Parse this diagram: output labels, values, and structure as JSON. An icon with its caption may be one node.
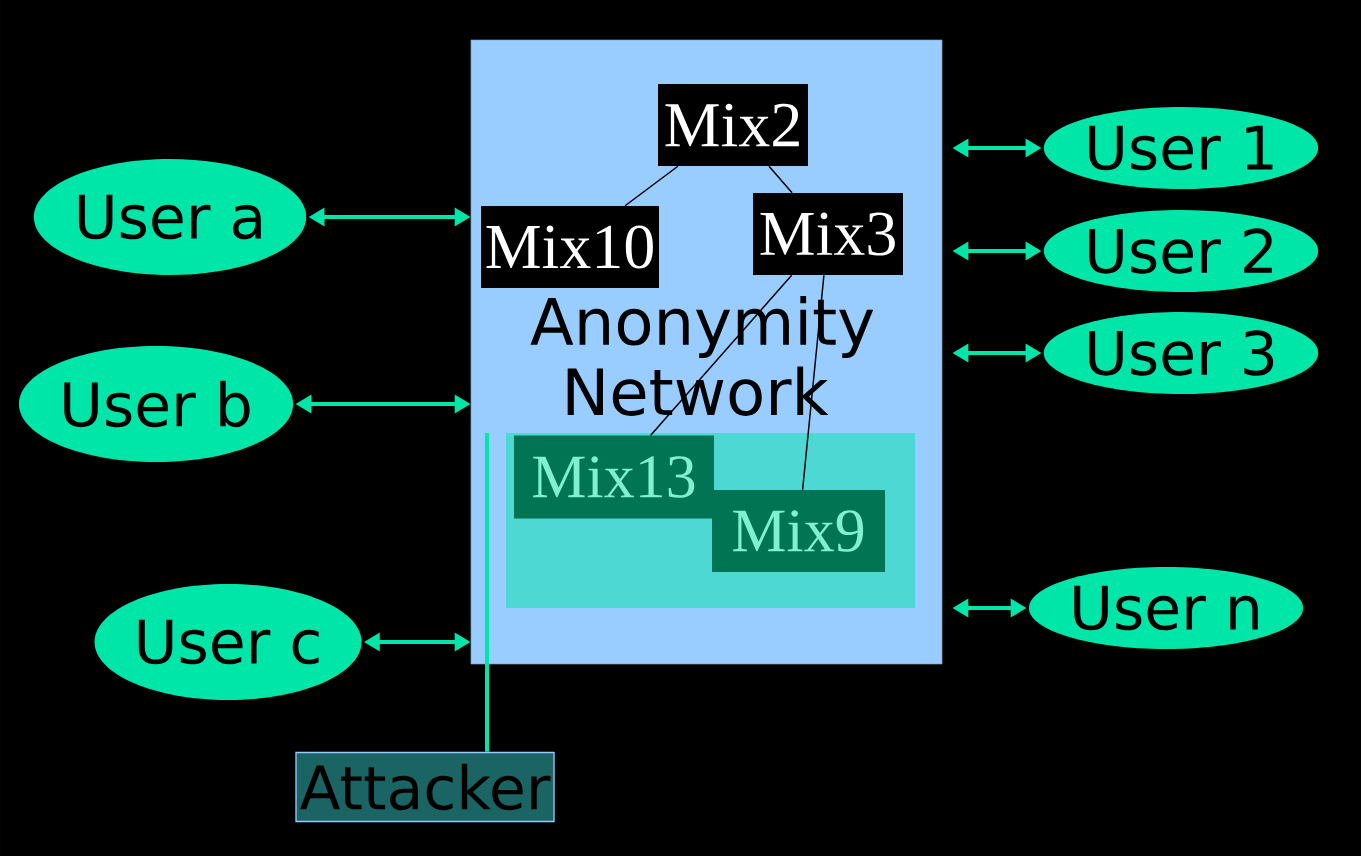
{
  "diagram": {
    "nodes": [
      {
        "text": [
          "Anonymity Network"
        ]
      },
      {
        "text": [
          "Mix2"
        ],
        "in": 0
      },
      {
        "text": [
          "Mix10"
        ],
        "in": 0
      },
      {
        "text": [
          "Mix3"
        ],
        "in": 0
      },
      {
        "text": [],
        "shape": "box",
        "in": 0
      },
      {
        "text": [
          "Mix13"
        ],
        "in": 4
      },
      {
        "text": [
          "Mix9"
        ],
        "in": 4
      },
      {
        "text": [
          "User a"
        ]
      },
      {
        "text": [
          "User b"
        ]
      },
      {
        "text": [
          "User c"
        ]
      },
      {
        "text": [
          "User 1"
        ]
      },
      {
        "text": [
          "User 2"
        ]
      },
      {
        "text": [
          "User 3"
        ]
      },
      {
        "text": [
          "User n"
        ]
      },
      {
        "text": [
          "Attacker"
        ]
      }
    ],
    "edges": [
      {
        "from": 1,
        "to": 2,
        "arrow": "none",
        "color": "#000000"
      },
      {
        "from": 1,
        "to": 3,
        "arrow": "none",
        "color": "#000000"
      },
      {
        "from": 3,
        "to": 5,
        "arrow": "none",
        "color": "#000000"
      },
      {
        "from": 3,
        "to": 6,
        "arrow": "none",
        "color": "#000000"
      },
      {
        "from": 7,
        "to": 0,
        "arrow": "both"
      },
      {
        "from": 8,
        "to": 0,
        "arrow": "both"
      },
      {
        "from": 9,
        "to": 0,
        "arrow": "both"
      },
      {
        "from": 10,
        "to": 0,
        "arrow": "both"
      },
      {
        "from": 11,
        "to": 0,
        "arrow": "both"
      },
      {
        "from": 12,
        "to": 0,
        "arrow": "both"
      },
      {
        "from": 13,
        "to": 0,
        "arrow": "both"
      },
      {
        "from": 14,
        "to": 0,
        "arrow": "none"
      }
    ]
  }
}
